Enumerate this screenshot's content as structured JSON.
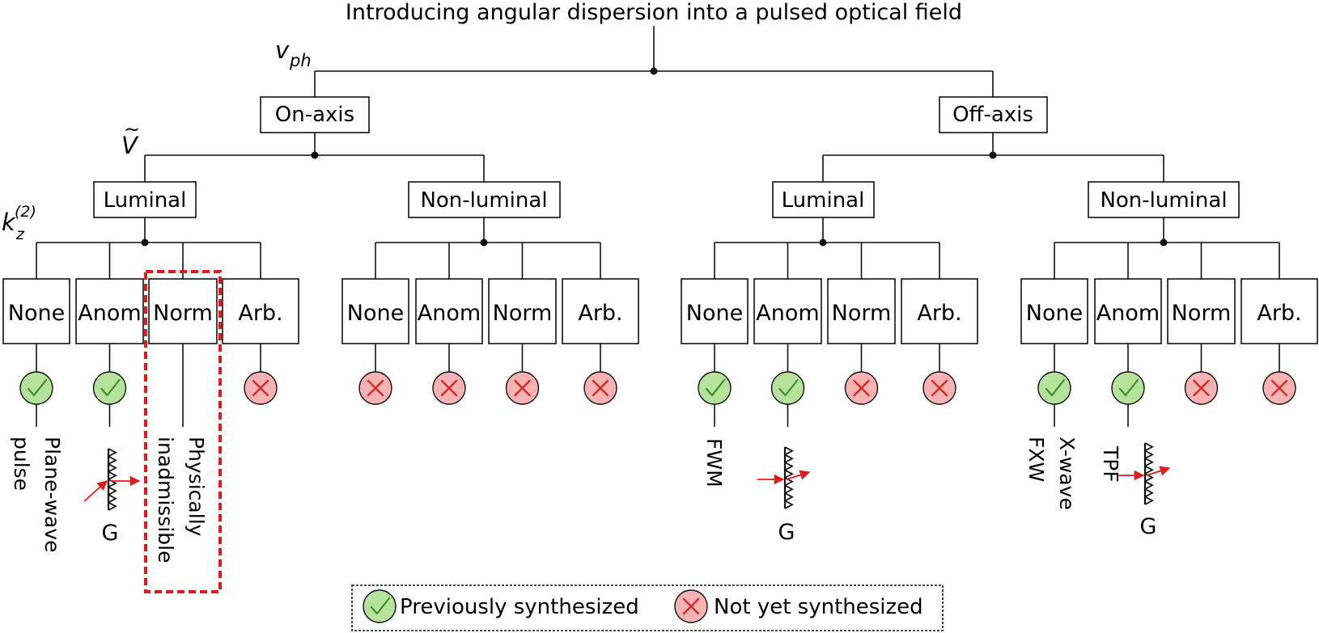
{
  "title": "Introducing angular dispersion into a pulsed optical field",
  "level_labels": {
    "phase_velocity": "v",
    "phase_velocity_sub": "ph",
    "group_velocity": "V",
    "group_velocity_accent": "~",
    "dispersion": "k",
    "dispersion_sub": "z",
    "dispersion_sup": "(2)"
  },
  "level1": [
    "On-axis",
    "Off-axis"
  ],
  "level2": [
    "Luminal",
    "Non-luminal",
    "Luminal",
    "Non-luminal"
  ],
  "leaf_labels": [
    "None",
    "Anom",
    "Norm",
    "Arb."
  ],
  "leaf_status": [
    "yes",
    "yes",
    "none",
    "no",
    "no",
    "no",
    "no",
    "no",
    "yes",
    "yes",
    "no",
    "no",
    "yes",
    "yes",
    "no",
    "no"
  ],
  "annotations": {
    "plane_wave_line1": "Plane-wave",
    "plane_wave_line2": "pulse",
    "physically_line1": "Physically",
    "physically_line2": "inadmissible",
    "grating_label": "G",
    "fwm": "FWM",
    "xwave": "X-wave",
    "fxw": "FXW",
    "tpf": "TPF"
  },
  "legend": {
    "synthesized": "Previously synthesized",
    "not_synthesized": "Not yet synthesized"
  },
  "colors": {
    "check_fill": "#b5e39b",
    "check_stroke": "#3c8f2a",
    "cross_fill": "#f7b3b3",
    "cross_stroke": "#d42a2a",
    "highlight": "#e01b1b",
    "line": "#111111"
  }
}
